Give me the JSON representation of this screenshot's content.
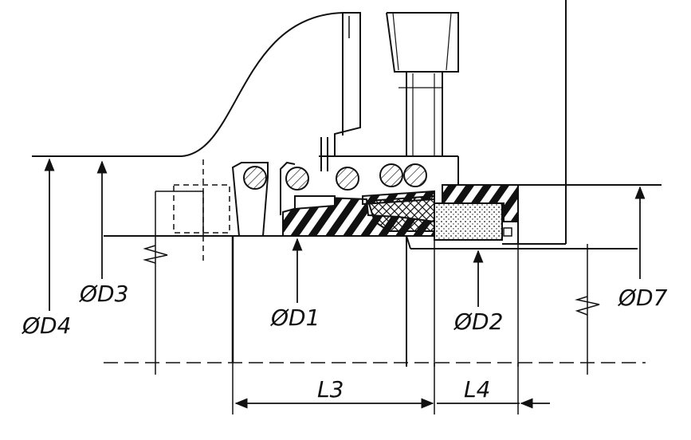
{
  "labels": {
    "d4": "ØD4",
    "d3": "ØD3",
    "d1": "ØD1",
    "d2": "ØD2",
    "d7": "ØD7",
    "l3": "L3",
    "l4": "L4"
  },
  "colors": {
    "ink": "#111111",
    "paper": "#ffffff"
  }
}
